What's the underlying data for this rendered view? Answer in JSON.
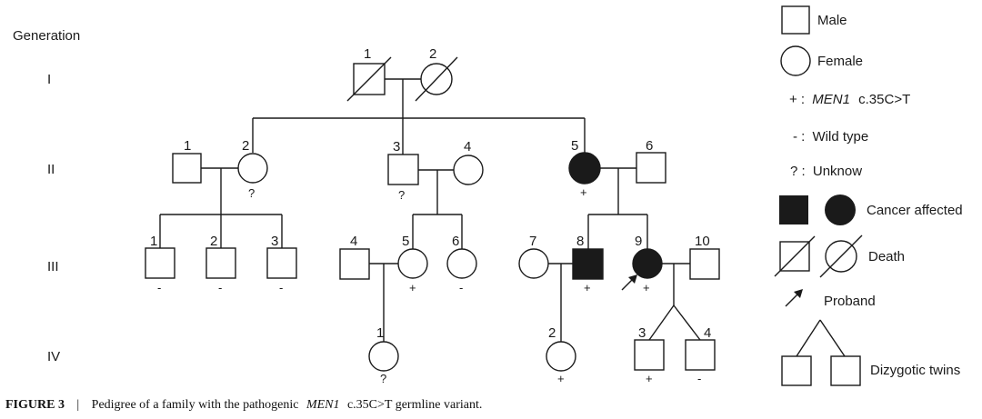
{
  "generation_header": "Generation",
  "generations": [
    "I",
    "II",
    "III",
    "IV"
  ],
  "individuals": [
    {
      "id": "I-1",
      "label": "1",
      "sex": "male",
      "deceased": true
    },
    {
      "id": "I-2",
      "label": "2",
      "sex": "female",
      "deceased": true
    },
    {
      "id": "II-1",
      "label": "1",
      "sex": "male"
    },
    {
      "id": "II-2",
      "label": "2",
      "sex": "female",
      "mark": "?"
    },
    {
      "id": "II-3",
      "label": "3",
      "sex": "male",
      "mark": "?"
    },
    {
      "id": "II-4",
      "label": "4",
      "sex": "female"
    },
    {
      "id": "II-5",
      "label": "5",
      "sex": "female",
      "affected": true,
      "mark": "+"
    },
    {
      "id": "II-6",
      "label": "6",
      "sex": "male"
    },
    {
      "id": "III-1",
      "label": "1",
      "sex": "male",
      "mark": "-"
    },
    {
      "id": "III-2",
      "label": "2",
      "sex": "male",
      "mark": "-"
    },
    {
      "id": "III-3",
      "label": "3",
      "sex": "male",
      "mark": "-"
    },
    {
      "id": "III-4",
      "label": "4",
      "sex": "male"
    },
    {
      "id": "III-5",
      "label": "5",
      "sex": "female",
      "mark": "+"
    },
    {
      "id": "III-6",
      "label": "6",
      "sex": "female",
      "mark": "-"
    },
    {
      "id": "III-7",
      "label": "7",
      "sex": "female"
    },
    {
      "id": "III-8",
      "label": "8",
      "sex": "male",
      "affected": true,
      "mark": "+"
    },
    {
      "id": "III-9",
      "label": "9",
      "sex": "female",
      "affected": true,
      "mark": "+",
      "proband": true
    },
    {
      "id": "III-10",
      "label": "10",
      "sex": "male"
    },
    {
      "id": "IV-1",
      "label": "1",
      "sex": "female",
      "mark": "?"
    },
    {
      "id": "IV-2",
      "label": "2",
      "sex": "female",
      "mark": "+"
    },
    {
      "id": "IV-3",
      "label": "3",
      "sex": "male",
      "mark": "+"
    },
    {
      "id": "IV-4",
      "label": "4",
      "sex": "male",
      "mark": "-"
    }
  ],
  "legend": {
    "male": "Male",
    "female": "Female",
    "variant_symbol": "+ :",
    "variant_gene": "MEN1",
    "variant_change": "c.35C>T",
    "wild_symbol": "- :",
    "wild_text": "Wild type",
    "unknown_symbol": "? :",
    "unknown_text": "Unknow",
    "affected": "Cancer affected",
    "death": "Death",
    "proband": "Proband",
    "twins": "Dizygotic twins"
  },
  "caption": {
    "label": "FIGURE 3",
    "separator": "|",
    "text_before": "Pedigree of a family with the pathogenic",
    "gene": "MEN1",
    "text_after": "c.35C>T germline variant."
  }
}
